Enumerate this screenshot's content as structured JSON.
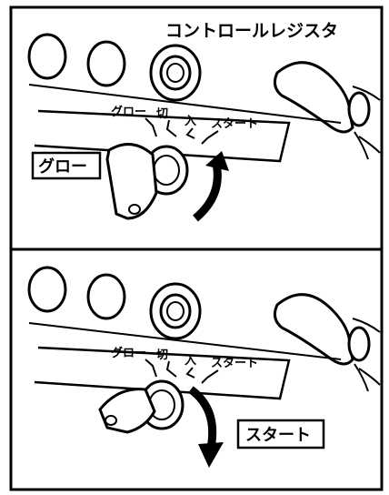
{
  "top_panel": {
    "header_label": "コントロールレジスタ",
    "positions": [
      "グロー",
      "切",
      "入",
      "スタート"
    ],
    "callout_label": "グロー"
  },
  "bottom_panel": {
    "positions": [
      "グロー",
      "切",
      "入",
      "スタート"
    ],
    "callout_label": "スタート"
  }
}
